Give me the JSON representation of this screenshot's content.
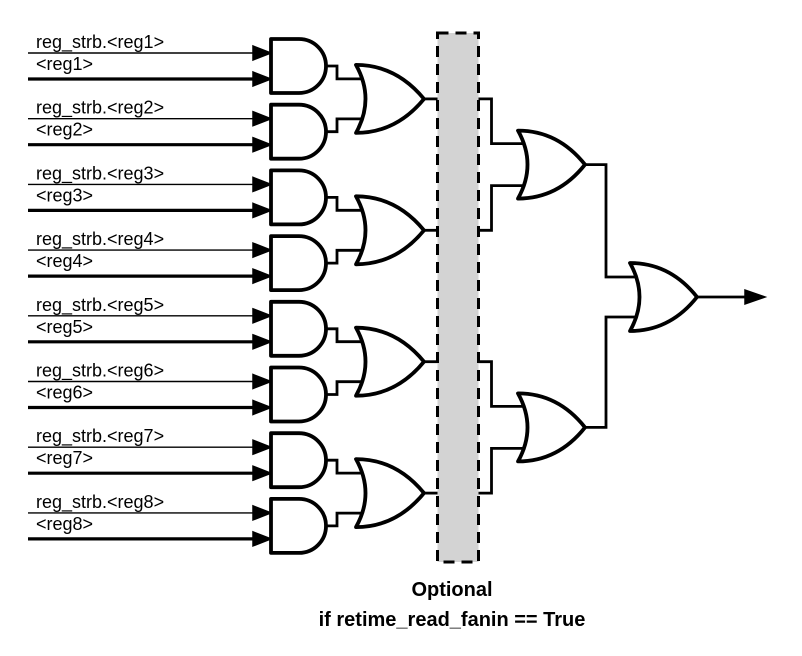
{
  "diagram": {
    "type": "logic-circuit-fanin-tree",
    "inputs": [
      {
        "strobe_label": "reg_strb.<reg1>",
        "value_label": "<reg1>"
      },
      {
        "strobe_label": "reg_strb.<reg2>",
        "value_label": "<reg2>"
      },
      {
        "strobe_label": "reg_strb.<reg3>",
        "value_label": "<reg3>"
      },
      {
        "strobe_label": "reg_strb.<reg4>",
        "value_label": "<reg4>"
      },
      {
        "strobe_label": "reg_strb.<reg5>",
        "value_label": "<reg5>"
      },
      {
        "strobe_label": "reg_strb.<reg6>",
        "value_label": "<reg6>"
      },
      {
        "strobe_label": "reg_strb.<reg7>",
        "value_label": "<reg7>"
      },
      {
        "strobe_label": "reg_strb.<reg8>",
        "value_label": "<reg8>"
      }
    ],
    "gates": {
      "and_gate_count": 8,
      "stage2_or_gate_count": 4,
      "stage3_or_gate_count": 2,
      "final_or_gate_count": 1
    },
    "optional_region": {
      "fill": "#d3d3d3",
      "caption_line1": "Optional",
      "caption_line2": "if retime_read_fanin == True"
    },
    "colors": {
      "wire": "#000000",
      "text": "#000000",
      "background": "#ffffff"
    }
  }
}
